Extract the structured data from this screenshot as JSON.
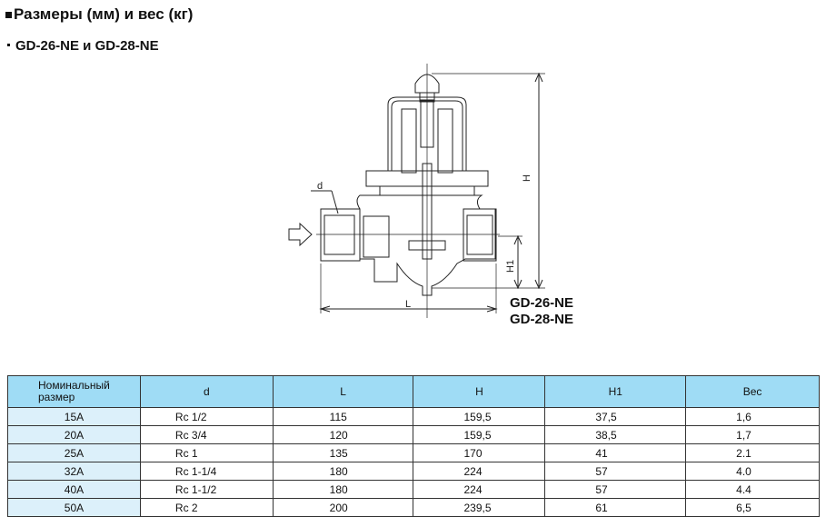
{
  "title": "Размеры (мм) и вес (кг)",
  "subtitle": "GD-26-NE и GD-28-NE",
  "drawing": {
    "labels": {
      "d": "d",
      "L": "L",
      "H": "H",
      "H1": "H1"
    },
    "models": [
      "GD-26-NE",
      "GD-28-NE"
    ]
  },
  "table": {
    "headers": [
      "Номинальный размер",
      "d",
      "L",
      "H",
      "H1",
      "Вес"
    ],
    "rows": [
      [
        "15A",
        "Rc 1/2",
        "115",
        "159,5",
        "37,5",
        "1,6"
      ],
      [
        "20A",
        "Rc 3/4",
        "120",
        "159,5",
        "38,5",
        "1,7"
      ],
      [
        "25A",
        "Rc 1",
        "135",
        "170",
        "41",
        "2.1"
      ],
      [
        "32A",
        "Rc 1-1/4",
        "180",
        "224",
        "57",
        "4.0"
      ],
      [
        "40A",
        "Rc 1-1/2",
        "180",
        "224",
        "57",
        "4.4"
      ],
      [
        "50A",
        "Rc 2",
        "200",
        "239,5",
        "61",
        "6,5"
      ]
    ]
  }
}
